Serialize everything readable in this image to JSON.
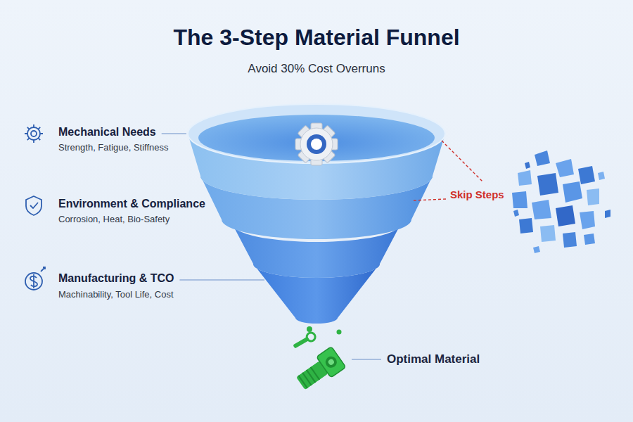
{
  "diagram": {
    "title": "The 3-Step Material Funnel",
    "labels": [
      "Avoid 30% Cost Overruns",
      "Mechanical Needs",
      "Strength, Fatigue, Stiffness",
      "Environment & Compliance",
      "Corrosion, Heat, Bio-Safety",
      "Manufacturing & TCO",
      "Machinability, Tool Life, Cost",
      "Skip Steps",
      "Optimal Material"
    ]
  }
}
